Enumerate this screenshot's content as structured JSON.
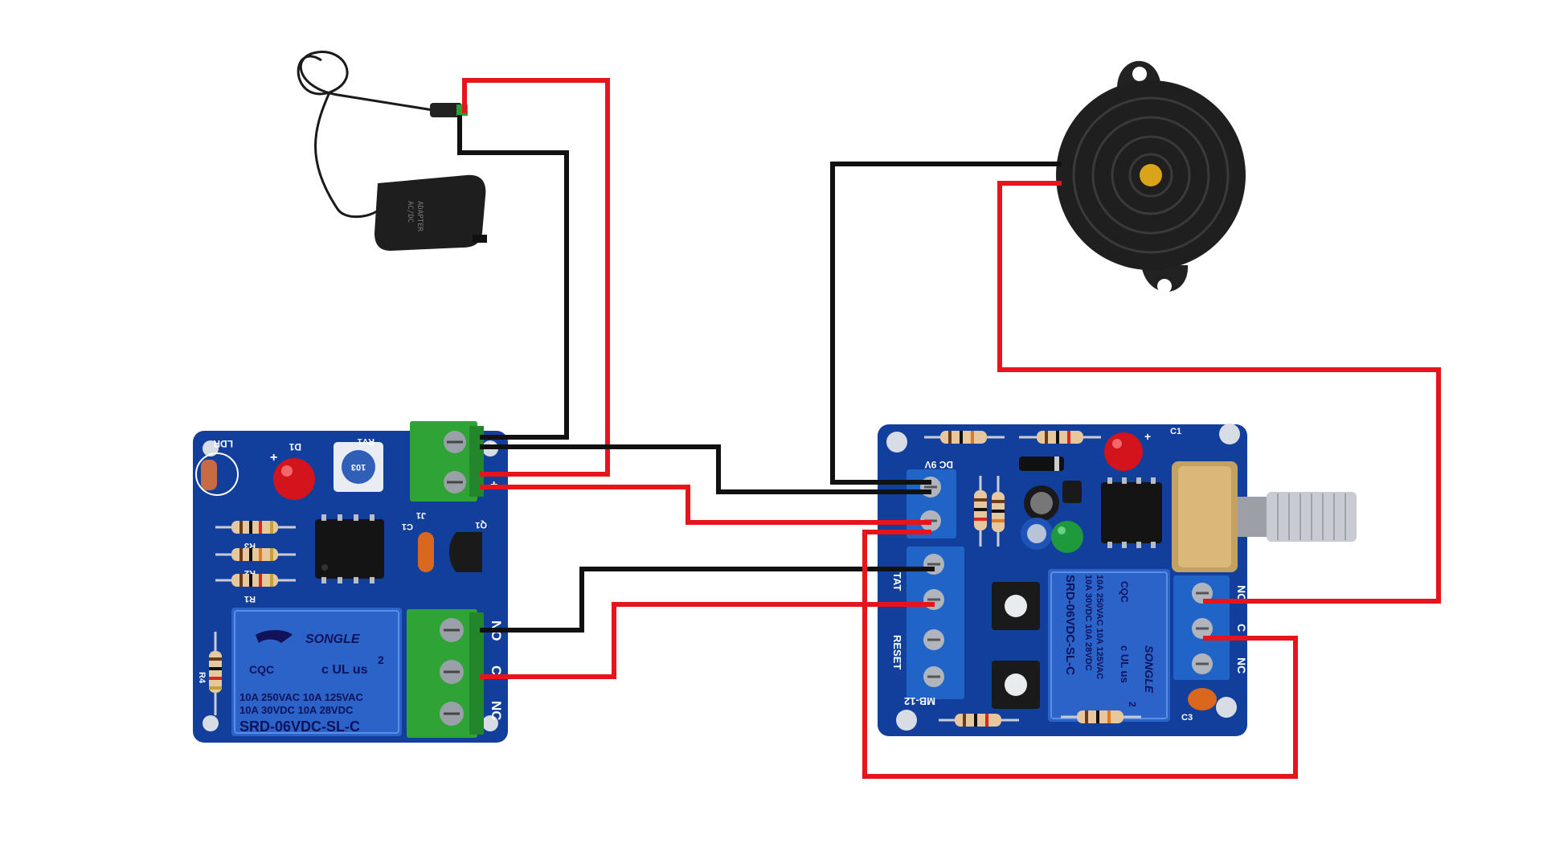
{
  "colors": {
    "wire_positive": "#e8141b",
    "wire_negative": "#111111",
    "pcb": "#123f9c",
    "terminal_green": "#2fa335",
    "terminal_blue": "#1f64c6",
    "relay_body": "#2b63c9",
    "background": "#ffffff"
  },
  "adapter": {
    "label_lines": [
      "ADAPTER",
      "AC/DC"
    ]
  },
  "ldr_board": {
    "silk_ldr": "LDR",
    "silk_d1": "D1",
    "silk_rv1": "RV1",
    "pot_marking": "103",
    "silk_j1": "J1",
    "silk_c1": "C1",
    "silk_q1": "Q1",
    "silk_r1": "R1",
    "silk_r2": "R2",
    "silk_r3": "R3",
    "silk_r4": "R4",
    "plus_mark": "+",
    "minus_mark": "-",
    "terminal_labels": [
      "NO",
      "C",
      "NC"
    ],
    "relay": {
      "brand": "SONGLE",
      "line1": "10A 250VAC  10A 125VAC",
      "line2": "10A  30VDC  10A  28VDC",
      "model": "SRD-06VDC-SL-C",
      "cert": "CQC",
      "ul": "c UL us",
      "num": "2"
    }
  },
  "timer_board": {
    "silk_dc": "DC 9V",
    "silk_tat": "TAT",
    "silk_reset": "RESET",
    "silk_board": "MB-12",
    "silk_c1": "C1",
    "silk_c3": "C3",
    "plus_mark": "+",
    "terminal_labels": [
      "NO",
      "C",
      "NC"
    ],
    "relay": {
      "brand": "SONGLE",
      "line1": "10A 250VAC  10A 125VAC",
      "line2": "10A  30VDC  10A  28VDC",
      "model": "SRD-06VDC-SL-C",
      "cert": "CQC",
      "ul": "c UL us",
      "num": "2"
    }
  }
}
